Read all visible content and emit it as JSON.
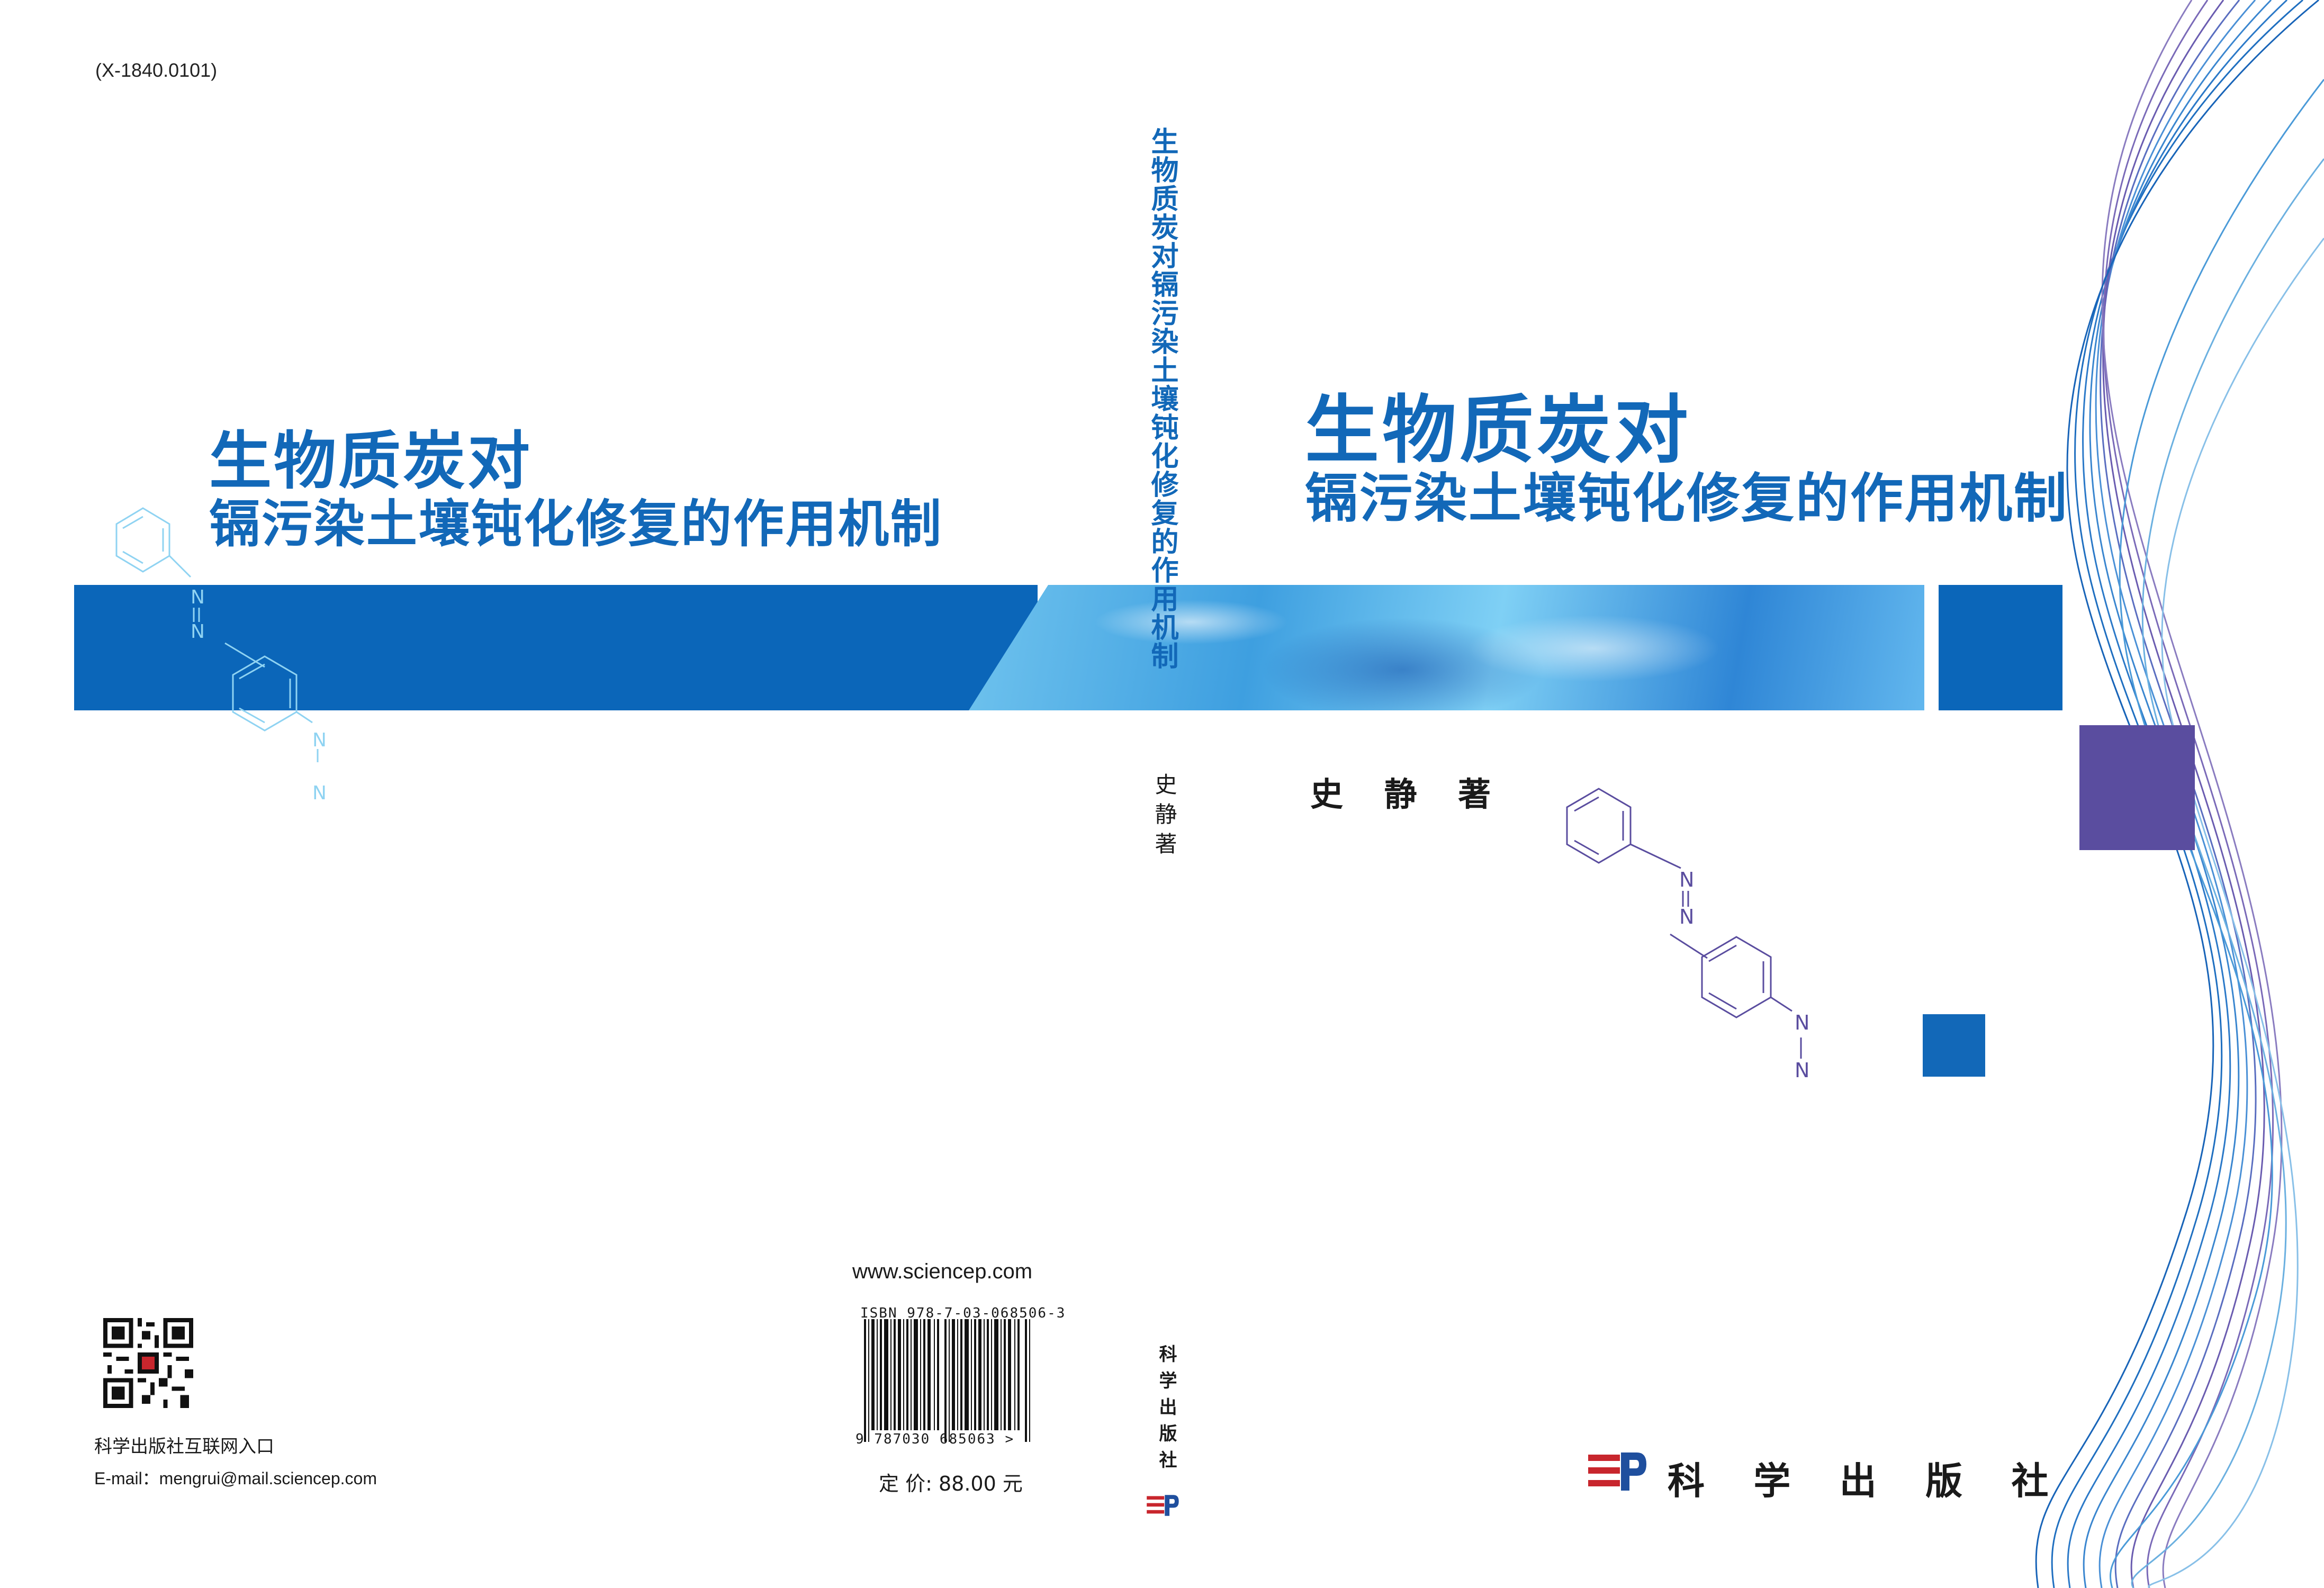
{
  "code": "(X-1840.0101)",
  "back_cover": {
    "title_line1": "生物质炭对",
    "title_line2": "镉污染土壤钝化修复的作用机制",
    "url": "www.sciencep.com",
    "isbn": "ISBN 978-7-03-068506-3",
    "barcode_number": "9 787030 685063 >",
    "price": "定 价: 88.00 元",
    "portal_label": "科学出版社互联网入口",
    "email": "E-mail：mengrui@mail.sciencep.com"
  },
  "spine": {
    "title": "生物质炭对镉污染土壤钝化修复的作用机制",
    "author": "史静著",
    "publisher": "科学出版社"
  },
  "front_cover": {
    "title_line1": "生物质炭对",
    "title_line2": "镉污染土壤钝化修复的作用机制",
    "author": "史 静 著",
    "publisher": "科 学 出 版 社"
  },
  "molecule": {
    "atom_label": "N"
  },
  "colors": {
    "brand_blue": "#0b66b9",
    "purple": "#5a4d9f",
    "light_blue": "#7fd0f5"
  }
}
